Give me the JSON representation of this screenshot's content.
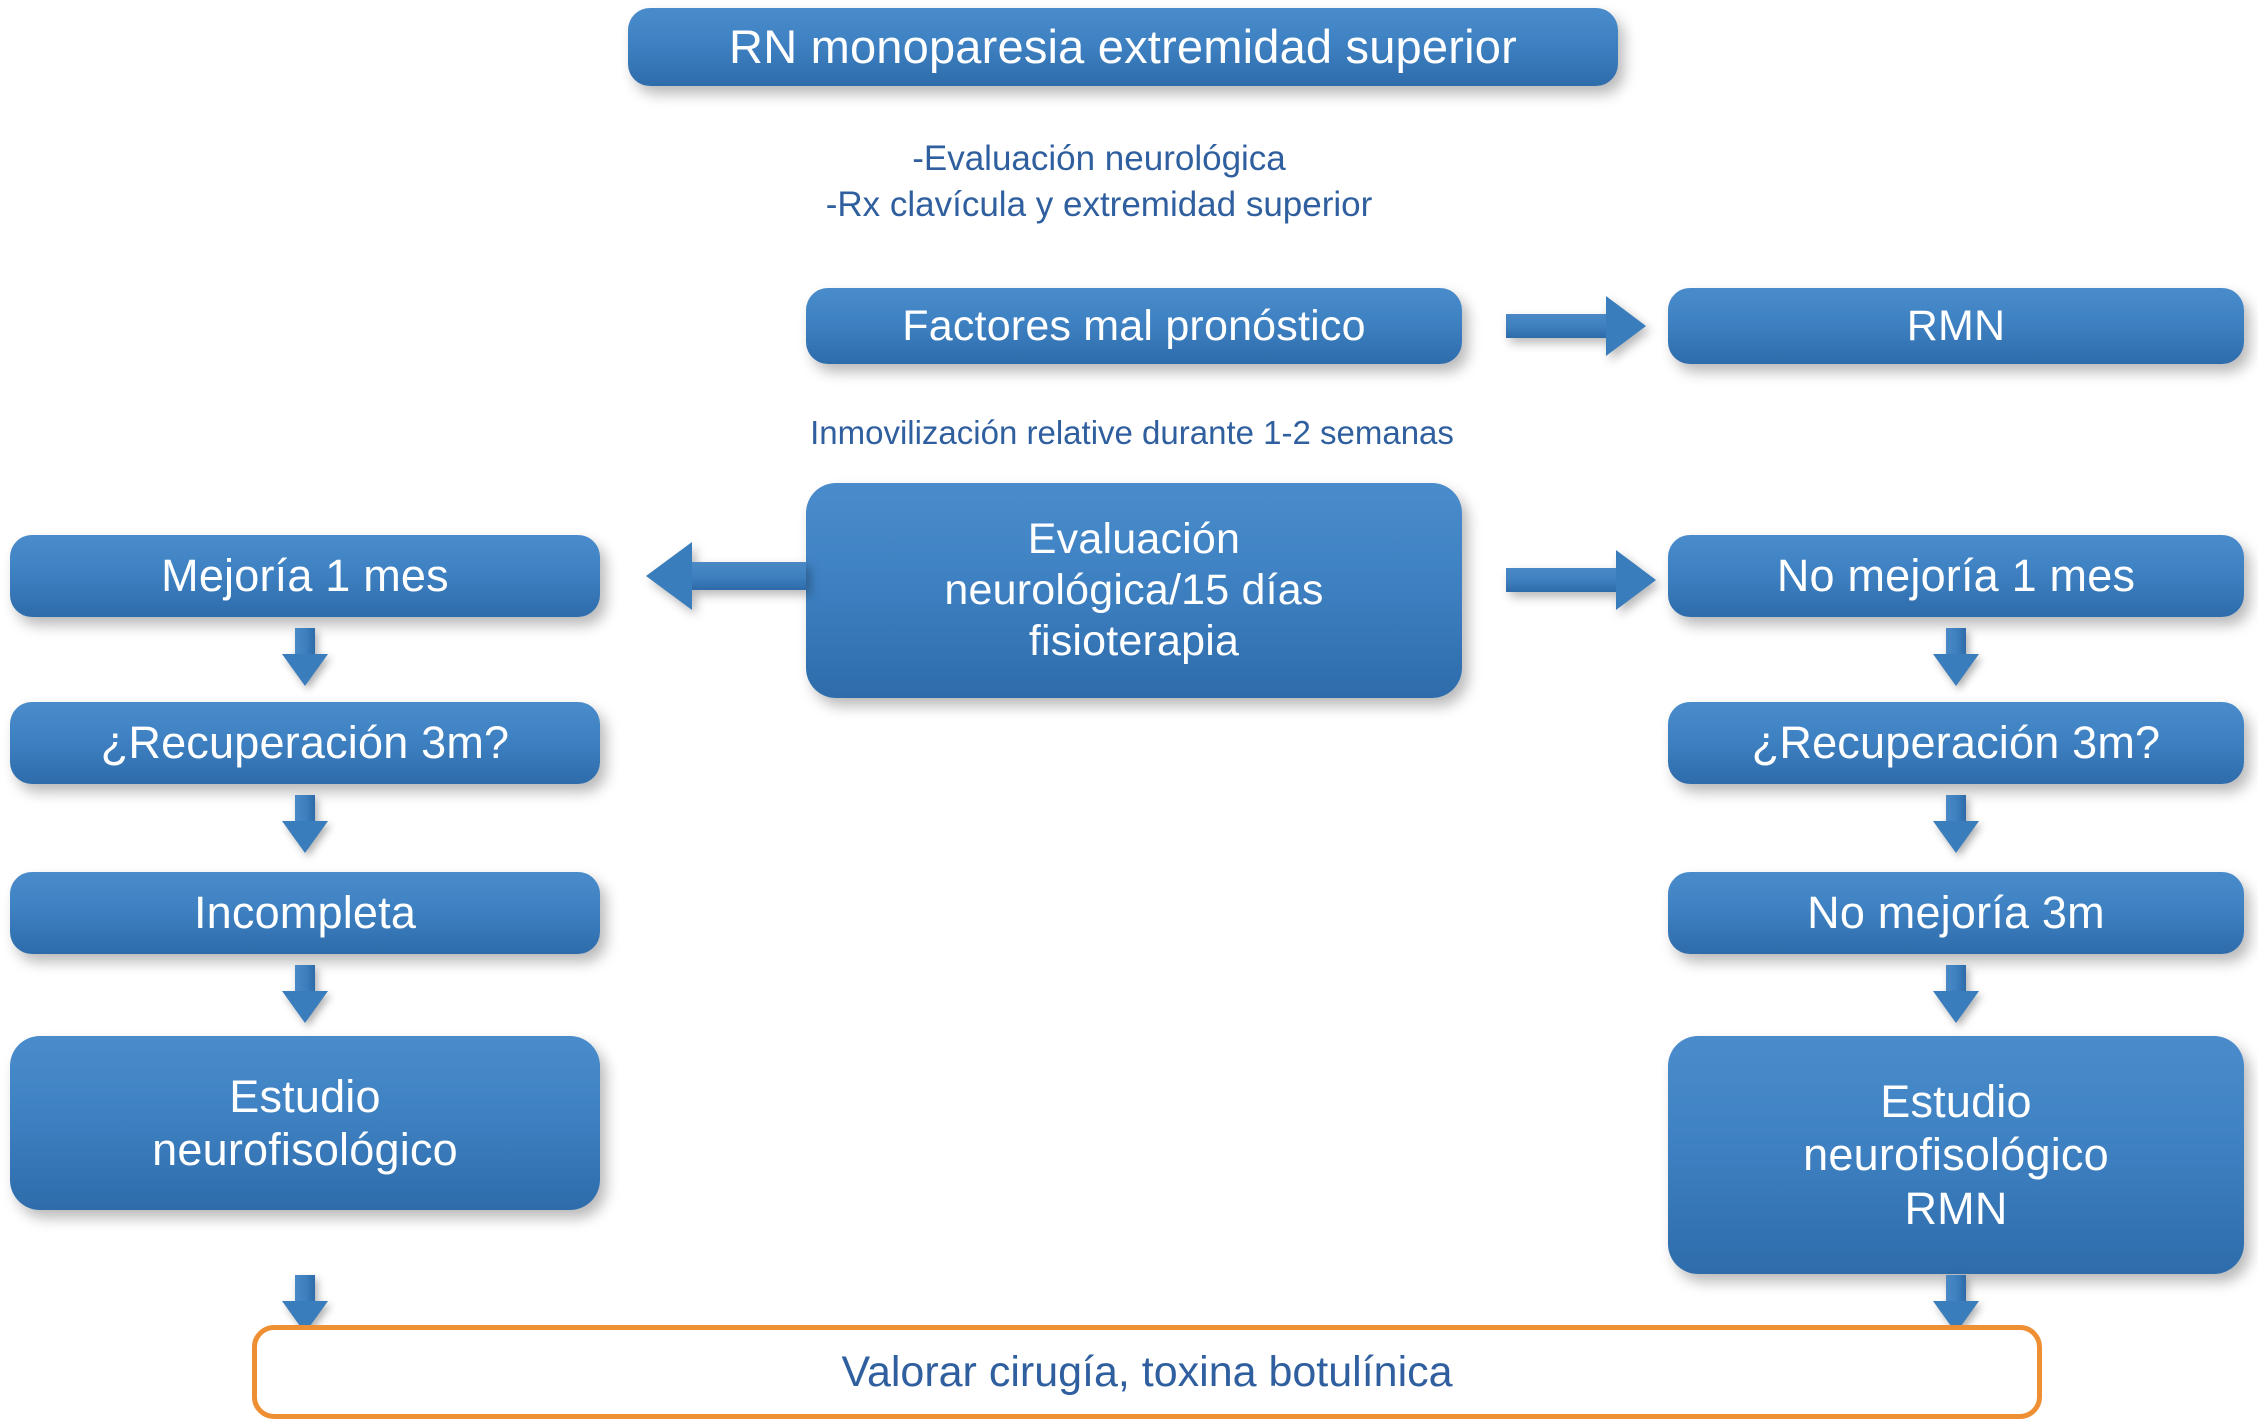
{
  "diagram": {
    "title_node": {
      "label": "RN monoparesia extremidad superior"
    },
    "captions": [
      {
        "id": "initial-workup",
        "text": "-Evaluación neurológica\n-Rx clavícula y extremidad superior"
      },
      {
        "id": "immobilization",
        "text": "Inmovilización relative durante 1-2 semanas"
      }
    ],
    "nodes": {
      "bad_prognosis": "Factores mal pronóstico",
      "rmn": "RMN",
      "central_eval": "Evaluación\nneurológica/15 días\nfisioterapia",
      "left_1": "Mejoría 1 mes",
      "left_2": "¿Recuperación 3m?",
      "left_3": "Incompleta",
      "left_4": "Estudio\nneurofisológico",
      "right_1": "No mejoría 1 mes",
      "right_2": "¿Recuperación 3m?",
      "right_3": "No mejoría 3m",
      "right_4": "Estudio\nneurofisológico\nRMN",
      "terminal": "Valorar cirugía, toxina botulínica"
    },
    "colors": {
      "node_fill_top": "#4a8ccb",
      "node_fill_bottom": "#2e6cab",
      "node_text": "#ffffff",
      "caption_text": "#2f5f9e",
      "arrow_blue": "#3a7dbd",
      "terminal_border": "#ef8f34",
      "background": "#ffffff"
    }
  }
}
